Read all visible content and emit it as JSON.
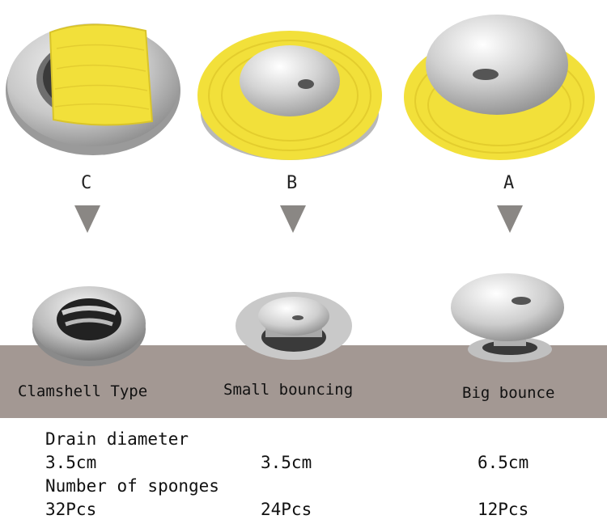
{
  "columns": [
    {
      "letter": "C",
      "type_label": "Clamshell Type"
    },
    {
      "letter": "B",
      "type_label": "Small bouncing"
    },
    {
      "letter": "A",
      "type_label": "Big bounce"
    }
  ],
  "specs": {
    "drain_label": "Drain diameter",
    "drain_values": [
      "3.5cm",
      "3.5cm",
      "6.5cm"
    ],
    "sponge_label": "Number of sponges",
    "sponge_values": [
      "32Pcs",
      "24Pcs",
      "12Pcs"
    ]
  },
  "colors": {
    "sponge": "#f2e03a",
    "steel": "#c9c9c9",
    "band": "#a39893",
    "arrow": "#8a8784"
  }
}
